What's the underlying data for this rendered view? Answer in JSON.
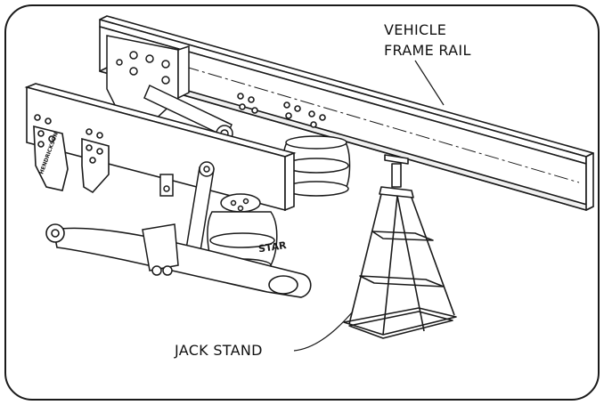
{
  "labels": {
    "frame_rail_line1": "VEHICLE",
    "frame_rail_line2": "FRAME RAIL",
    "jack_stand": "JACK STAND"
  },
  "branding": {
    "axle_logo": "HENDRICKSON",
    "air_spring_logo": "STAR"
  },
  "colors": {
    "line": "#1a1a1a",
    "background": "#ffffff",
    "shade": "#e6e6e6"
  }
}
